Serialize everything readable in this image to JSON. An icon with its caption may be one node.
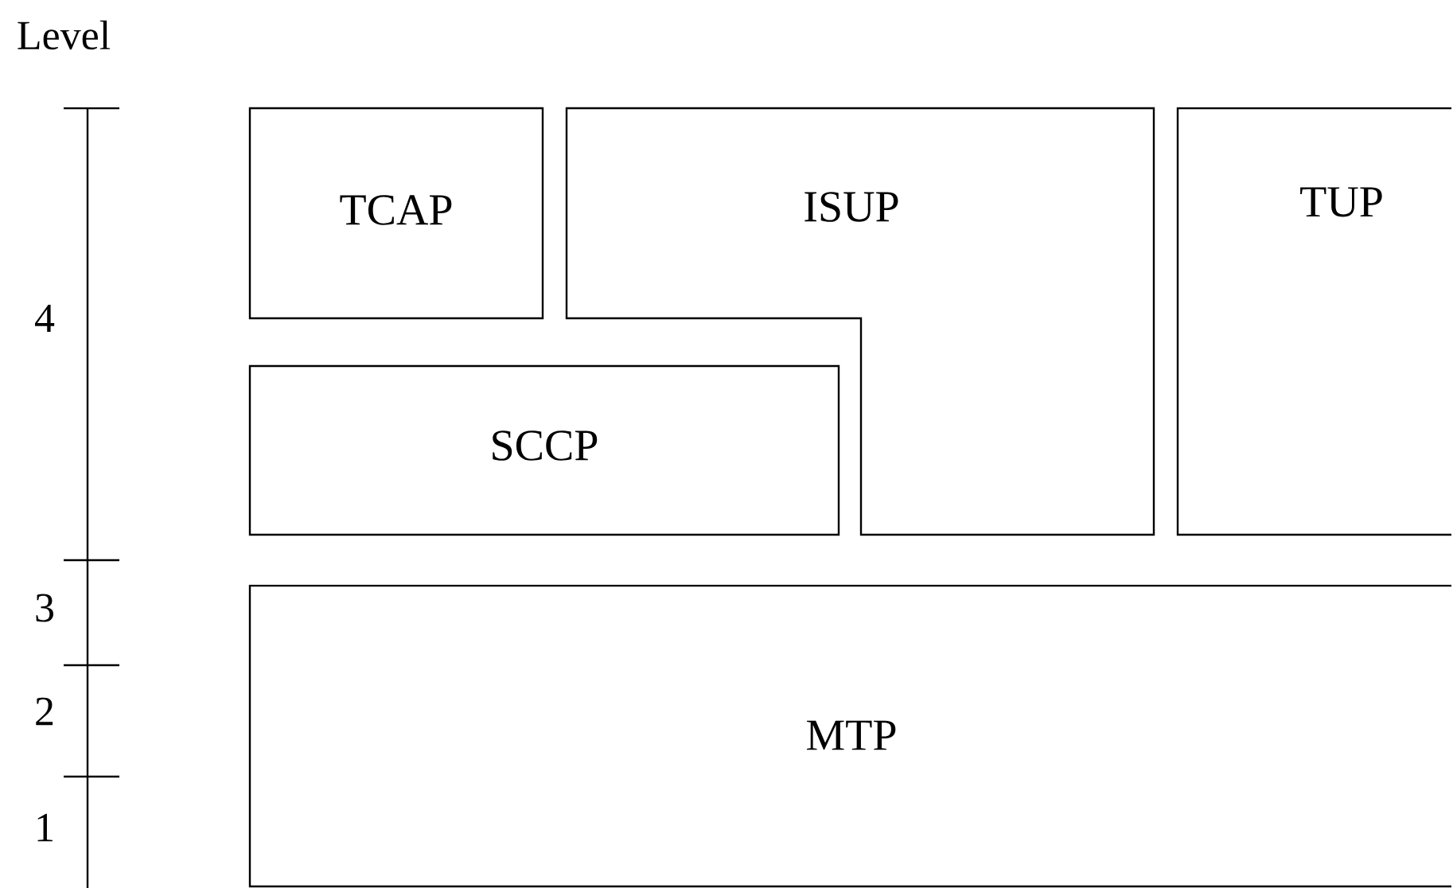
{
  "diagram": {
    "nodes": [
      {
        "text": [
          "TCAP"
        ]
      },
      {
        "text": [
          "ISUP"
        ]
      },
      {
        "text": [
          "TUP"
        ]
      },
      {
        "text": [
          "SCCP"
        ]
      },
      {
        "text": [
          "MTP"
        ]
      }
    ],
    "labels": [
      "Level",
      "4",
      "3",
      "2",
      "1"
    ]
  }
}
